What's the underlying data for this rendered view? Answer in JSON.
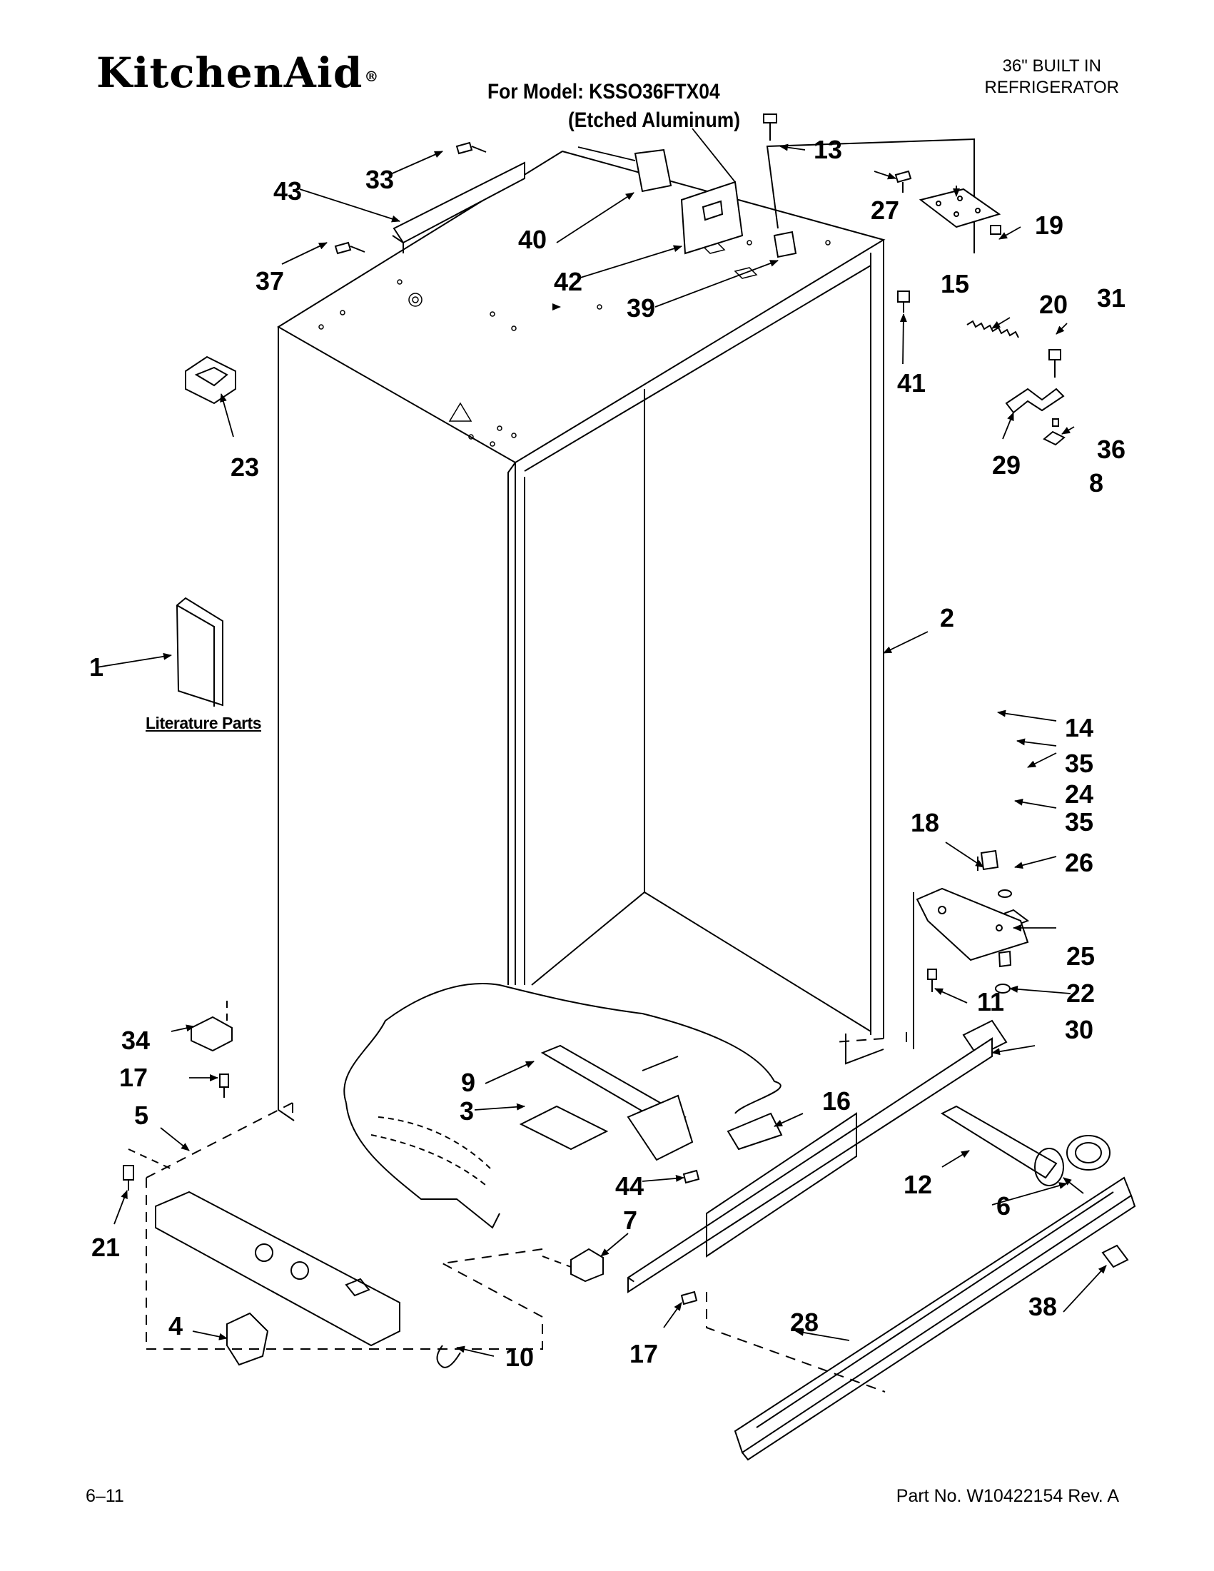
{
  "header": {
    "brand": "KitchenAid",
    "model_line": "For Model: KSSO36FTX04",
    "finish_line": "(Etched Aluminum)",
    "product_line1": "36\" BUILT IN",
    "product_line2": "REFRIGERATOR"
  },
  "literature_label": "Literature Parts",
  "footer": {
    "page": "6–11",
    "part_no": "Part No. W10422154 Rev. A"
  },
  "callouts": [
    "1",
    "2",
    "3",
    "4",
    "5",
    "6",
    "7",
    "8",
    "9",
    "10",
    "11",
    "12",
    "13",
    "14",
    "15",
    "16",
    "17",
    "17",
    "18",
    "19",
    "20",
    "21",
    "22",
    "23",
    "24",
    "25",
    "26",
    "27",
    "28",
    "29",
    "30",
    "31",
    "33",
    "34",
    "35",
    "35",
    "36",
    "37",
    "38",
    "39",
    "40",
    "41",
    "42",
    "43",
    "44"
  ]
}
